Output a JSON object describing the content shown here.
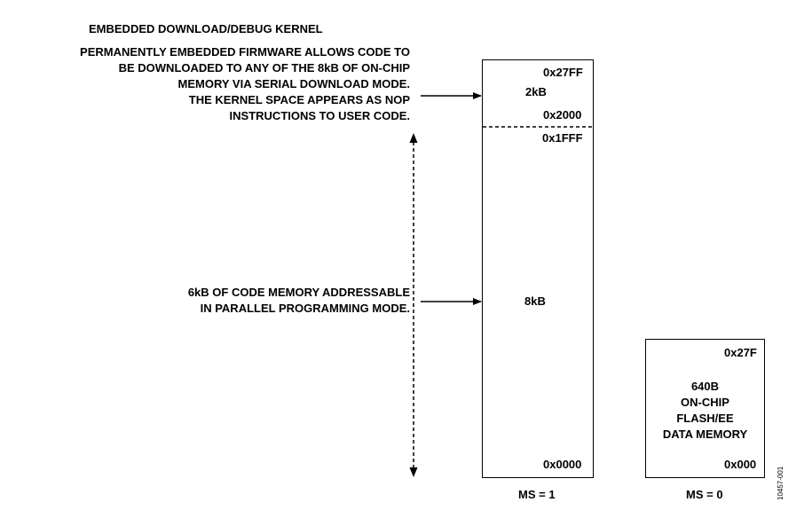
{
  "kernel": {
    "title": "EMBEDDED DOWNLOAD/DEBUG KERNEL",
    "desc_lines": [
      "PERMANENTLY EMBEDDED FIRMWARE ALLOWS CODE TO",
      "BE DOWNLOADED TO ANY OF THE 8kB OF ON-CHIP",
      "MEMORY VIA SERIAL DOWNLOAD MODE.",
      "THE KERNEL SPACE APPEARS AS NOP",
      "INSTRUCTIONS TO USER CODE."
    ]
  },
  "code_note_lines": [
    "6kB OF CODE MEMORY ADDRESSABLE",
    "IN PARALLEL PROGRAMMING MODE."
  ],
  "code_memory": {
    "top_address": "0x27FF",
    "kernel_size": "2kB",
    "kernel_bottom_address": "0x2000",
    "user_top_address": "0x1FFF",
    "total_size": "8kB",
    "bottom_address": "0x0000",
    "mode_label": "MS = 1"
  },
  "data_memory": {
    "top_address": "0x27F",
    "desc_lines": [
      "640B",
      "ON-CHIP",
      "FLASH/EE",
      "DATA MEMORY"
    ],
    "bottom_address": "0x000",
    "mode_label": "MS = 0"
  },
  "figure_id": "10457-001"
}
